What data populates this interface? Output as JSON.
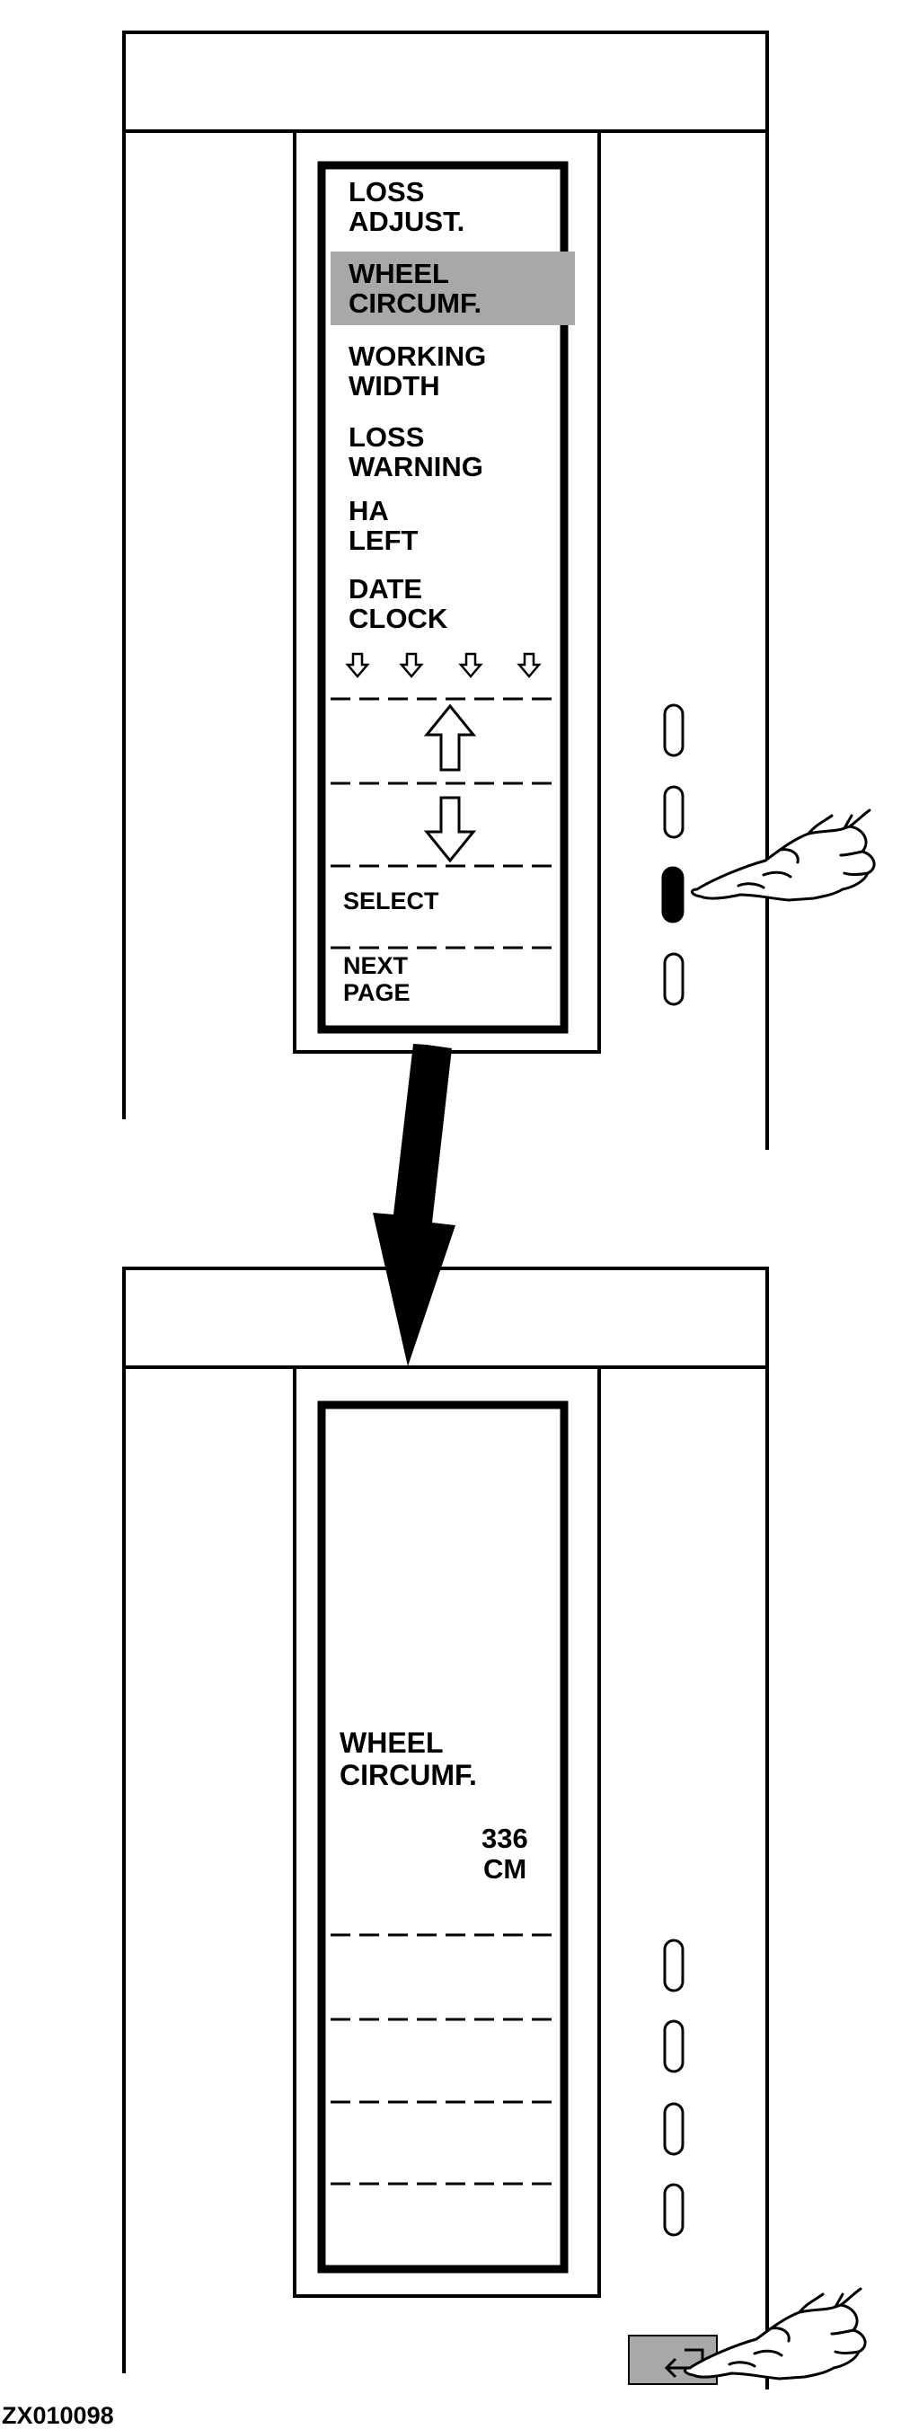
{
  "figure_code": "ZX010098",
  "screen_1": {
    "menu_items": [
      {
        "label": "LOSS\nADJUST."
      },
      {
        "label": "WHEEL\nCIRCUMF.",
        "highlighted": true
      },
      {
        "label": "WORKING\nWIDTH"
      },
      {
        "label": "LOSS\nWARNING"
      },
      {
        "label": "HA\nLEFT"
      },
      {
        "label": "DATE\nCLOCK"
      }
    ],
    "softkeys": [
      {
        "function": "up-arrow"
      },
      {
        "function": "down-arrow"
      },
      {
        "label": "SELECT"
      },
      {
        "label": "NEXT\nPAGE"
      }
    ],
    "pressed_button_index": 2
  },
  "screen_2": {
    "title": "WHEEL\nCIRCUMF.",
    "value": "336",
    "unit": "CM",
    "return_button_pressed": true
  },
  "colors": {
    "highlight": "#a8a8a8",
    "line": "#000000",
    "background": "#ffffff"
  }
}
